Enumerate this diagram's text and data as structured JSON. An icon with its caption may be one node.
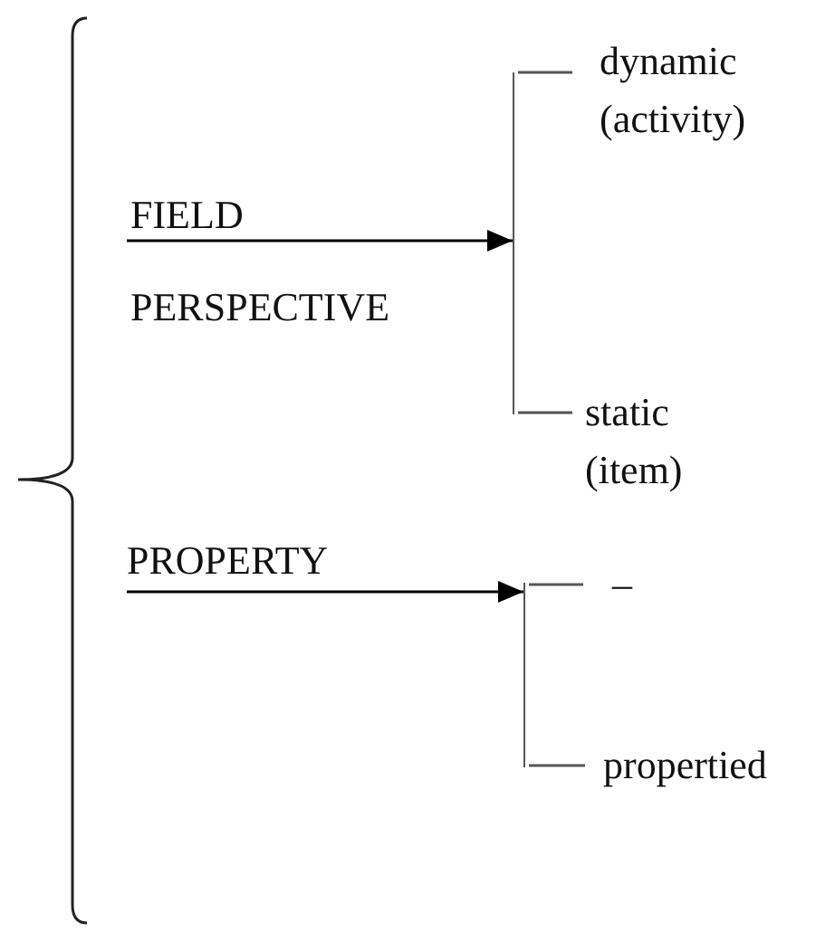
{
  "diagram": {
    "nodes": [
      {
        "text": [],
        "shape": "bracket"
      },
      {
        "text": [
          "FIELD",
          "PERSPECTIVE"
        ]
      },
      {
        "text": [],
        "shape": "bracket"
      },
      {
        "text": [
          "dynamic (activity)"
        ]
      },
      {
        "text": [
          "static (item)"
        ]
      },
      {
        "text": [
          "PROPERTY"
        ]
      },
      {
        "text": [],
        "shape": "bracket"
      },
      {
        "text": [
          "–"
        ]
      },
      {
        "text": [
          "propertied"
        ]
      }
    ],
    "edges": [
      {
        "from": 1,
        "to": 2,
        "arrow": "to"
      },
      {
        "from": 2,
        "to": 3,
        "arrow": "none",
        "color": "#555555"
      },
      {
        "from": 2,
        "to": 4,
        "arrow": "none",
        "color": "#555555"
      },
      {
        "from": 5,
        "to": 6,
        "arrow": "to"
      },
      {
        "from": 6,
        "to": 7,
        "arrow": "none",
        "color": "#555555"
      },
      {
        "from": 6,
        "to": 8,
        "arrow": "none",
        "color": "#555555"
      }
    ]
  }
}
